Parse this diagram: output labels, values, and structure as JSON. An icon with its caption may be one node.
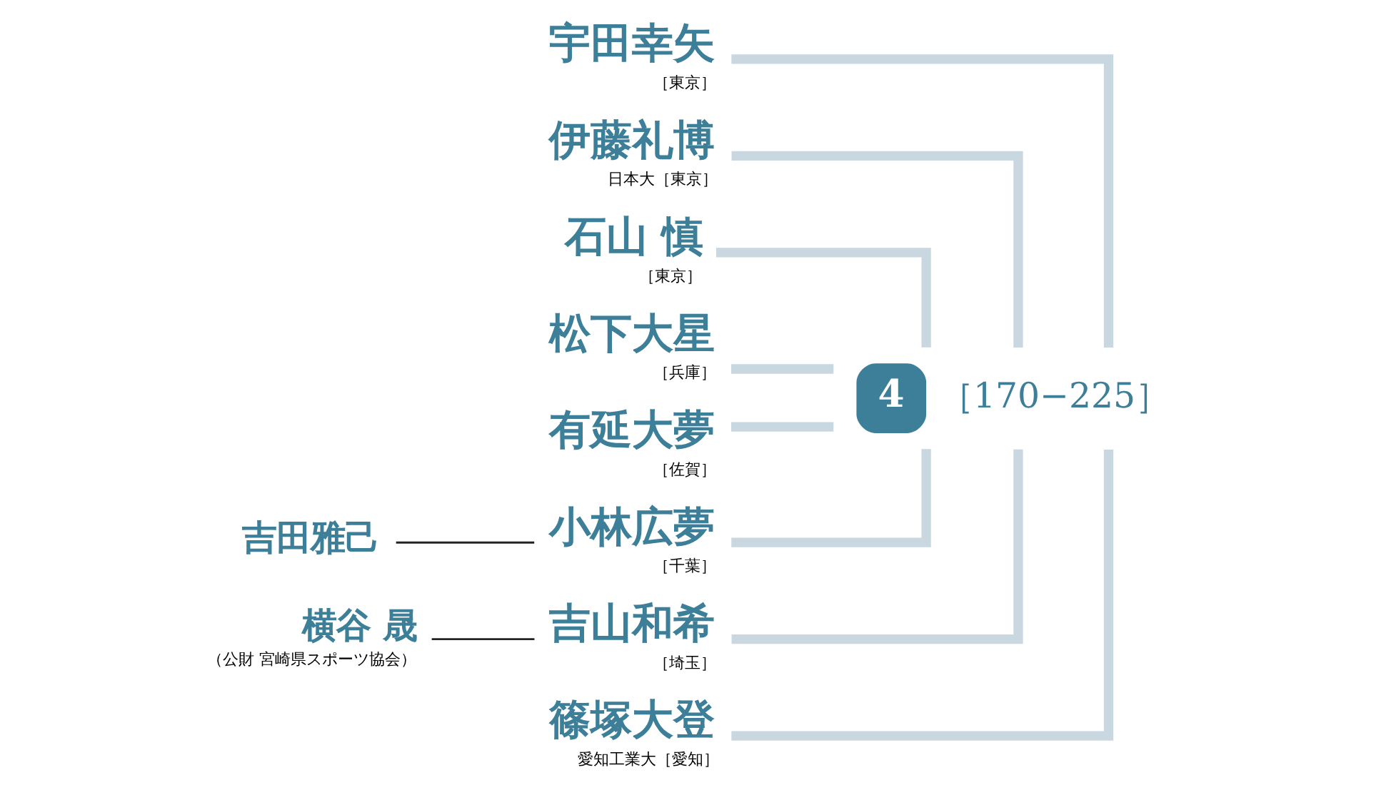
{
  "diagram": {
    "nodes": [
      {
        "text": [
          "宇田幸矢",
          "［東京］"
        ]
      },
      {
        "text": [
          "伊藤礼博",
          "日本大［東京］"
        ]
      },
      {
        "text": [
          "石山 慎",
          "［東京］"
        ]
      },
      {
        "text": [
          "松下大星",
          "［兵庫］"
        ]
      },
      {
        "text": [
          "有延大夢",
          "［佐賀］"
        ]
      },
      {
        "text": [
          "吉田雅己"
        ]
      },
      {
        "text": [
          "小林広夢",
          "［千葉］"
        ]
      },
      {
        "text": [
          "吉山和希",
          "［埼玉］"
        ]
      },
      {
        "text": [
          "横谷 晟",
          "（公財 宮崎県スポーツ協会）"
        ]
      },
      {
        "text": [
          "篠塚大登",
          "愛知工業大［愛知］"
        ]
      },
      {
        "text": [
          "4"
        ],
        "beside": [
          "［170−225］"
        ]
      }
    ],
    "edges": [
      {
        "from": 0,
        "to": 10,
        "arrow": "none"
      },
      {
        "from": 1,
        "to": 10,
        "arrow": "none"
      },
      {
        "from": 2,
        "to": 10,
        "arrow": "none"
      },
      {
        "from": 3,
        "to": 10,
        "arrow": "none"
      },
      {
        "from": 4,
        "to": 10,
        "arrow": "none"
      },
      {
        "from": 6,
        "to": 10,
        "arrow": "none"
      },
      {
        "from": 7,
        "to": 10,
        "arrow": "none"
      },
      {
        "from": 9,
        "to": 10,
        "arrow": "none"
      },
      {
        "from": 5,
        "to": 6,
        "arrow": "none",
        "color": "#222222"
      },
      {
        "from": 8,
        "to": 7,
        "arrow": "none",
        "color": "#222222"
      }
    ]
  }
}
